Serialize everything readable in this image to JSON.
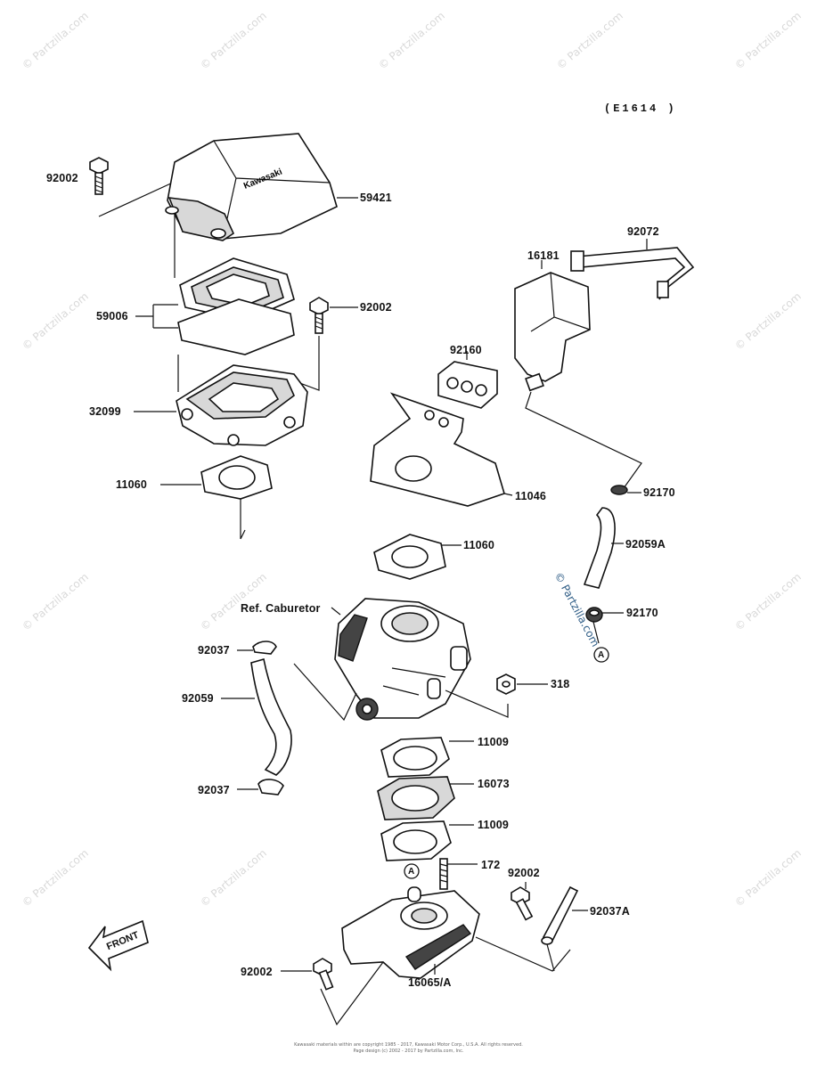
{
  "diagram_code": "(E1614 )",
  "watermark": "© Partzilla.com",
  "footer": {
    "line1": "Kawasaki materials within are copyright 1985 - 2017, Kawasaki Motor Corp., U.S.A. All rights reserved.",
    "line2": "Page design (c) 2002 - 2017 by Partzilla.com, Inc."
  },
  "front_label": "FRONT",
  "callout_ref": "A",
  "parts": [
    {
      "id": "p1",
      "number": "92002",
      "name": "bolt"
    },
    {
      "id": "p2",
      "number": "59421",
      "name": "air-box-cover"
    },
    {
      "id": "p3",
      "number": "59006",
      "name": "air-filter-element"
    },
    {
      "id": "p4",
      "number": "92002",
      "name": "bolt"
    },
    {
      "id": "p5",
      "number": "32099",
      "name": "air-box-case"
    },
    {
      "id": "p6",
      "number": "11060",
      "name": "gasket"
    },
    {
      "id": "p7",
      "number": "16181",
      "name": "flame-arrester-box"
    },
    {
      "id": "p8",
      "number": "92072",
      "name": "band"
    },
    {
      "id": "p9",
      "number": "92160",
      "name": "damper"
    },
    {
      "id": "p10",
      "number": "11046",
      "name": "bracket"
    },
    {
      "id": "p11",
      "number": "11060",
      "name": "gasket"
    },
    {
      "id": "p12",
      "number": "92170",
      "name": "clamp"
    },
    {
      "id": "p13",
      "number": "92059A",
      "name": "tube"
    },
    {
      "id": "p14",
      "number": "92170",
      "name": "clamp"
    },
    {
      "id": "p15",
      "number": "Ref. Caburetor",
      "name": "carburetor-reference"
    },
    {
      "id": "p16",
      "number": "92037",
      "name": "clamp"
    },
    {
      "id": "p17",
      "number": "92059",
      "name": "tube"
    },
    {
      "id": "p18",
      "number": "318",
      "name": "nut"
    },
    {
      "id": "p19",
      "number": "11009",
      "name": "gasket"
    },
    {
      "id": "p20",
      "number": "16073",
      "name": "spacer"
    },
    {
      "id": "p21",
      "number": "11009",
      "name": "gasket"
    },
    {
      "id": "p22",
      "number": "92037",
      "name": "clamp"
    },
    {
      "id": "p23",
      "number": "172",
      "name": "stud"
    },
    {
      "id": "p24",
      "number": "92002",
      "name": "bolt"
    },
    {
      "id": "p25",
      "number": "92037A",
      "name": "clamp"
    },
    {
      "id": "p26",
      "number": "92002",
      "name": "bolt"
    },
    {
      "id": "p27",
      "number": "16065/A",
      "name": "intake-manifold"
    }
  ]
}
